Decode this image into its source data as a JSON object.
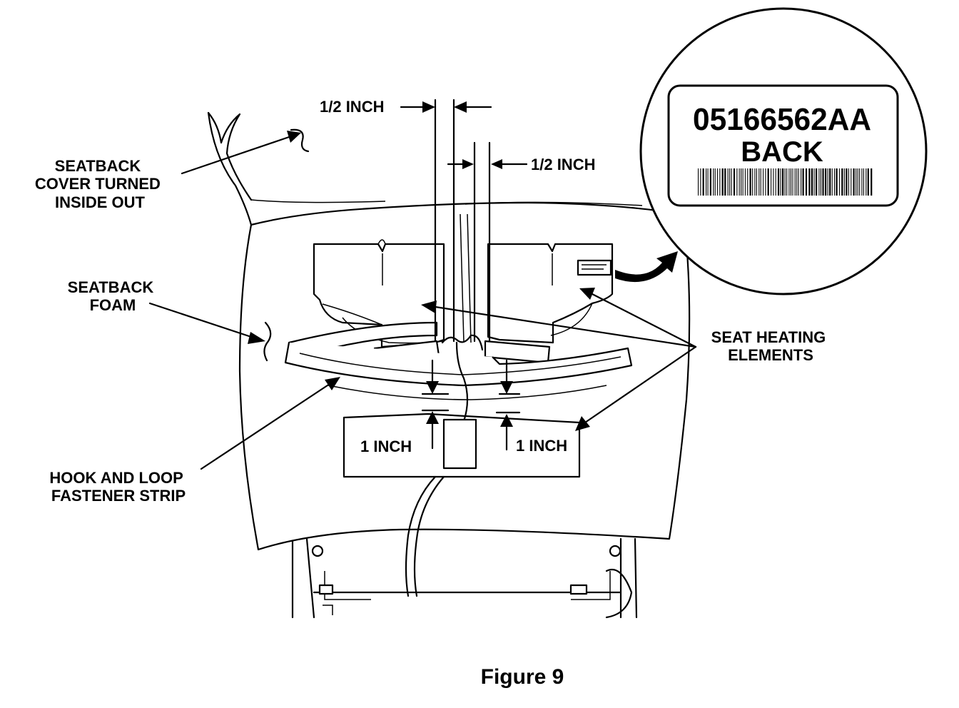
{
  "callouts": {
    "cover": [
      "SEATBACK",
      "COVER TURNED",
      "INSIDE OUT"
    ],
    "foam": [
      "SEATBACK",
      "FOAM"
    ],
    "hook": [
      "HOOK AND LOOP",
      "FASTENER STRIP"
    ],
    "heating": [
      "SEAT HEATING",
      "ELEMENTS"
    ]
  },
  "dimensions": {
    "half_inch_top": "1/2 INCH",
    "half_inch_side": "1/2 INCH",
    "one_inch_left": "1 INCH",
    "one_inch_right": "1 INCH"
  },
  "label_detail": {
    "part_number": "05166562AA",
    "position": "BACK"
  },
  "figure_caption": "Figure 9"
}
